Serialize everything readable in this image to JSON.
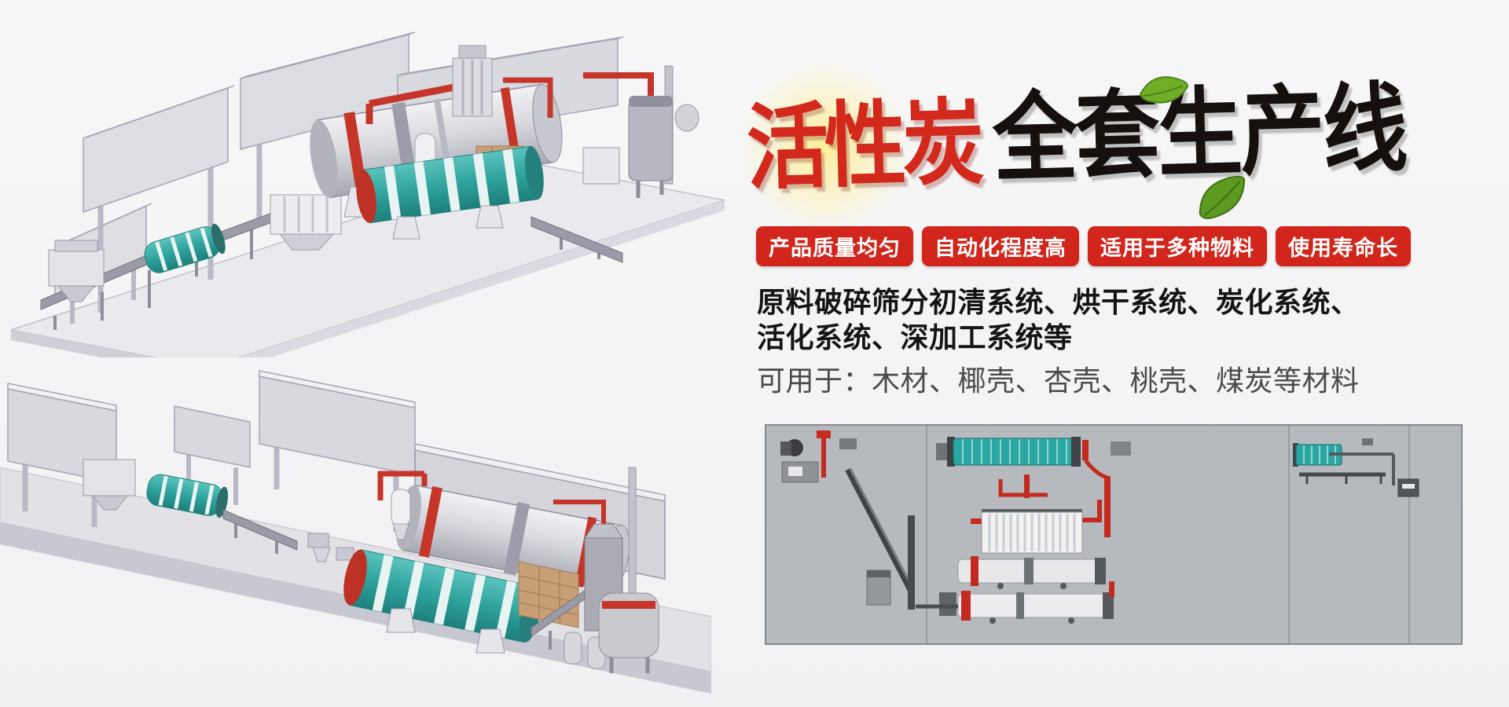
{
  "title": {
    "red_text": "活性炭",
    "black_text": "全套生产线"
  },
  "badges": [
    {
      "label": "产品质量均匀"
    },
    {
      "label": "自动化程度高"
    },
    {
      "label": "适用于多种物料"
    },
    {
      "label": "使用寿命长"
    }
  ],
  "description": {
    "line1": "原料破碎筛分初清系统、烘干系统、炭化系统、",
    "line2": "活化系统、深加工系统等",
    "materials_line": "可用于：木材、椰壳、杏壳、桃壳、煤炭等材料"
  },
  "colors": {
    "title_red": "#d2291c",
    "title_black": "#15100e",
    "badge_background": "#d2261c",
    "pipe_red": "#c5352a",
    "machine_teal": "#2fa39d",
    "brick_tan": "#c8a078",
    "schematic_panel": "#b6b9bd",
    "platform_gray": "#e6e6ea"
  },
  "icons": {
    "leaf": "green-leaf-decoration",
    "glow": "yellow-light-glow"
  }
}
